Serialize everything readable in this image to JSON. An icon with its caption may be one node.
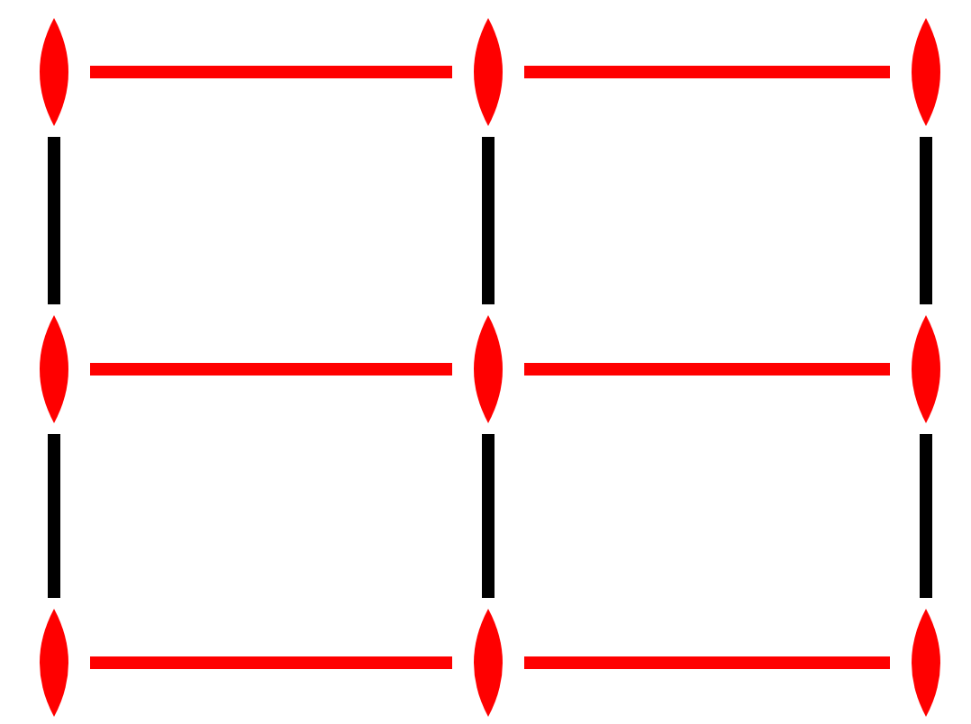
{
  "diagram": {
    "nodes": [
      {
        "text": [],
        "shape": "lens"
      },
      {
        "text": [],
        "shape": "lens"
      },
      {
        "text": [],
        "shape": "lens"
      },
      {
        "text": [],
        "shape": "lens"
      },
      {
        "text": [],
        "shape": "lens"
      },
      {
        "text": [],
        "shape": "lens"
      },
      {
        "text": [],
        "shape": "lens"
      },
      {
        "text": [],
        "shape": "lens"
      },
      {
        "text": [],
        "shape": "lens"
      }
    ],
    "edges": [
      {
        "from": 0,
        "to": 1,
        "arrow": "none",
        "color": "#ff0000"
      },
      {
        "from": 1,
        "to": 2,
        "arrow": "none",
        "color": "#ff0000"
      },
      {
        "from": 0,
        "to": 3,
        "arrow": "none",
        "color": "#000000"
      },
      {
        "from": 1,
        "to": 4,
        "arrow": "none",
        "color": "#000000"
      },
      {
        "from": 2,
        "to": 5,
        "arrow": "none",
        "color": "#000000"
      },
      {
        "from": 3,
        "to": 4,
        "arrow": "none",
        "color": "#ff0000"
      },
      {
        "from": 4,
        "to": 5,
        "arrow": "none",
        "color": "#ff0000"
      },
      {
        "from": 3,
        "to": 6,
        "arrow": "none",
        "color": "#000000"
      },
      {
        "from": 4,
        "to": 7,
        "arrow": "none",
        "color": "#000000"
      },
      {
        "from": 5,
        "to": 8,
        "arrow": "none",
        "color": "#000000"
      },
      {
        "from": 6,
        "to": 7,
        "arrow": "none",
        "color": "#ff0000"
      },
      {
        "from": 7,
        "to": 8,
        "arrow": "none",
        "color": "#ff0000"
      }
    ]
  }
}
